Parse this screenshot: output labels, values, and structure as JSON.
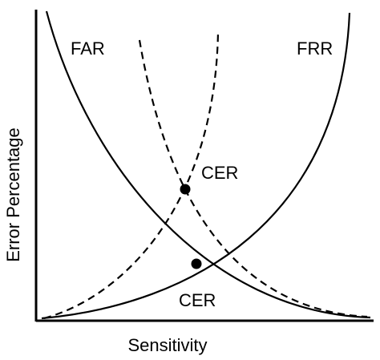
{
  "labels": {
    "far": "FAR",
    "frr": "FRR",
    "cer_upper": "CER",
    "cer_lower": "CER"
  },
  "axes": {
    "xlabel": "Sensitivity",
    "ylabel": "Error Percentage"
  },
  "curves": {
    "solid": [
      "FAR",
      "FRR"
    ],
    "dashed": [
      "FAR",
      "FRR"
    ]
  },
  "colors": {
    "ink": "#000000",
    "background": "#ffffff"
  }
}
